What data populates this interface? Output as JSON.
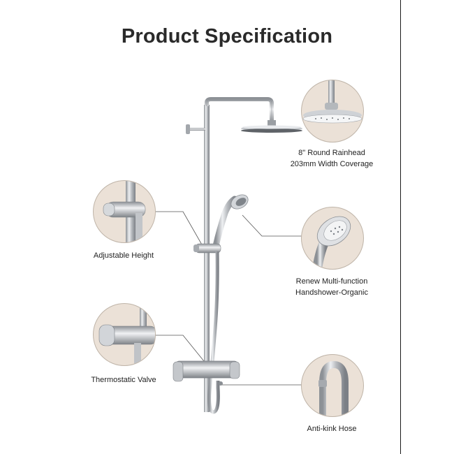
{
  "title": "Product Specification",
  "callouts": {
    "rainhead": {
      "line1": "8\" Round Rainhead",
      "line2": "203mm Width Coverage"
    },
    "adjustable_height": {
      "line1": "Adjustable Height"
    },
    "handshower": {
      "line1": "Renew Multi-function",
      "line2": "Handshower-Organic"
    },
    "thermostatic_valve": {
      "line1": "Thermostatic Valve"
    },
    "hose": {
      "line1": "Anti-kink Hose"
    }
  },
  "colors": {
    "circle_fill": "#ebe1d7",
    "chrome": "#b9bcc0",
    "text": "#222222"
  }
}
